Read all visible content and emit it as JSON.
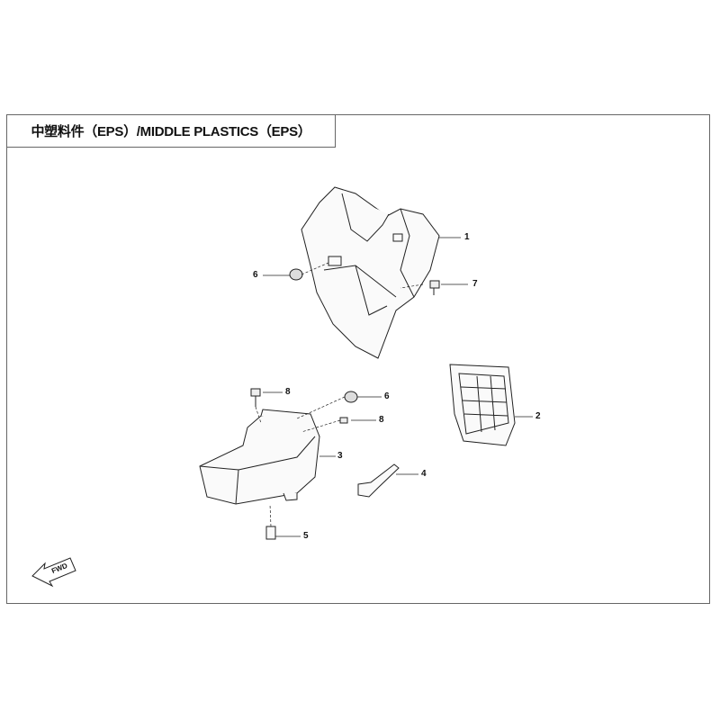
{
  "title": "中塑料件（EPS）/MIDDLE PLASTICS（EPS）",
  "callouts": [
    "1",
    "2",
    "3",
    "4",
    "5",
    "6",
    "6",
    "7",
    "8",
    "8"
  ],
  "fwd_label": "FWD"
}
